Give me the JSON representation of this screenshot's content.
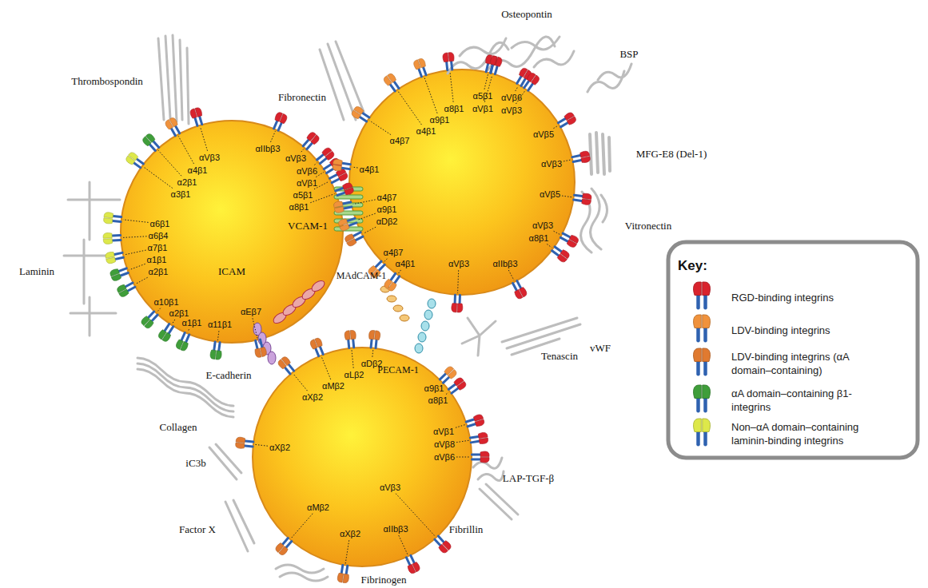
{
  "diagram": {
    "nodes": [
      {
        "text": [
          "αIIbβ3",
          "αVβ3",
          "αVβ3",
          "α4β1",
          "αVβ6",
          "α2β1",
          "αVβ1",
          "α3β1",
          "α5β1",
          "α8β1",
          "α6β1",
          "α6β4",
          "α7β1",
          "α1β1",
          "α2β1",
          "α10β1",
          "αEβ7",
          "α2β1",
          "α1β1",
          "α11β1"
        ]
      },
      {
        "text": [
          "α5β1",
          "αVβ6",
          "α8β1",
          "αVβ1",
          "αVβ3",
          "α9β1",
          "α4β1",
          "αVβ5",
          "α4β7",
          "αVβ3",
          "α4β1",
          "αVβ5",
          "α4β7",
          "α9β1",
          "αDβ2",
          "αVβ3",
          "α8β1",
          "α4β7",
          "αIIbβ3",
          "α4β1",
          "αVβ3"
        ]
      },
      {
        "text": [
          "αDβ2",
          "αLβ2",
          "αMβ2",
          "α9β1",
          "αXβ2",
          "α8β1",
          "αVβ1",
          "αVβ8",
          "αXβ2",
          "αVβ6",
          "αVβ3",
          "αMβ2",
          "αIIbβ3",
          "αXβ2"
        ]
      }
    ],
    "labels": [
      "Thrombospondin",
      "Fibronectin",
      "Osteopontin",
      "BSP",
      "MFG-E8 (Del-1)",
      "Vitronectin",
      "Laminin",
      "VCAM-1",
      "ICAM",
      "MAdCAM-1",
      "vWF",
      "Tenascin",
      "PECAM-1",
      "E-cadherin",
      "Collagen",
      "iC3b",
      "LAP-TGF-β",
      "Factor X",
      "Fibrillin",
      "Fibrinogen",
      "Key:"
    ],
    "legend": [
      {
        "text": "RGD-binding integrins",
        "color": "#d9232d"
      },
      {
        "text": "LDV-binding integrins",
        "color": "#f0923c"
      },
      {
        "text": "LDV-binding integrins (αA domain–containing)",
        "color": "#e07a30"
      },
      {
        "text": "αA domain–containing β1-integrins",
        "color": "#3f9e3a"
      },
      {
        "text": "Non–αA domain–containing laminin-binding integrins",
        "color": "#dde84a"
      }
    ]
  }
}
